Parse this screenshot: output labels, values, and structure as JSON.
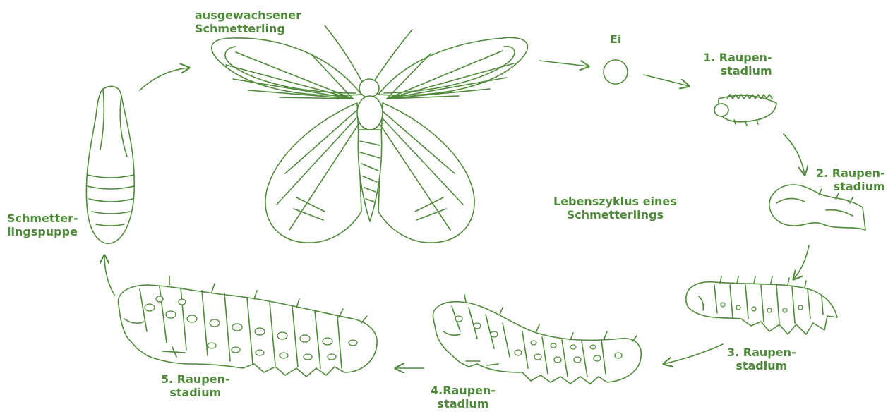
{
  "title": "Lebenszyklus eines\nSchmetterlings",
  "stages": {
    "adult": "ausgewachsener\nSchmetterling",
    "egg": "Ei",
    "larva1": "1. Raupen-\nstadium",
    "larva2": "2. Raupen-\nstadium",
    "larva3": "3. Raupen-\nstadium",
    "larva4": "4.Raupen-\nstadium",
    "larva5": "5. Raupen-\nstadium",
    "pupa": "Schmetter-\nlingspuppe"
  },
  "colors": {
    "line": "#4f8a3a",
    "background": "#ffffff"
  }
}
